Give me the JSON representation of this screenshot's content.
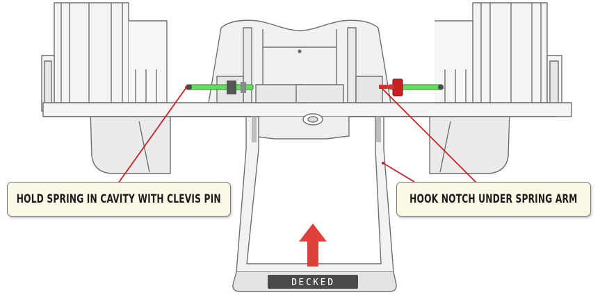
{
  "callouts": {
    "left": "HOLD SPRING IN CAVITY WITH CLEVIS PIN",
    "right": "HOOK NOTCH UNDER SPRING ARM"
  },
  "logo_text": "DECKED",
  "colors": {
    "outline": "#6f6f6f",
    "body_fill": "#f4f4f4",
    "shadow_fill": "#e2e2e2",
    "clevis_pin": "#5fe05a",
    "spring": "#c82024",
    "leader_line": "#c82024",
    "arrow": "#e2403a",
    "callout_bg": "#fbf8e6"
  }
}
